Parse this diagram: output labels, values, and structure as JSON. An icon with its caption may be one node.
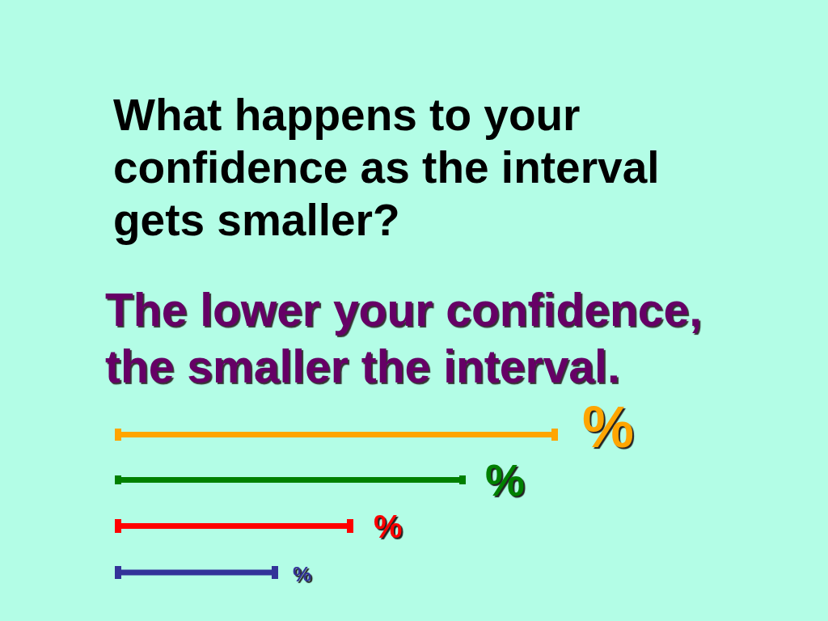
{
  "diagram": {
    "title": "What happens to your confidence as the interval gets smaller?",
    "nodes": [
      {
        "text": [],
        "shape": "bar",
        "beside": [
          "%"
        ]
      },
      {
        "text": [],
        "shape": "bar",
        "beside": [
          "%"
        ]
      },
      {
        "text": [],
        "shape": "bar",
        "beside": [
          "%"
        ]
      },
      {
        "text": [],
        "shape": "bar",
        "beside": [
          "%"
        ]
      }
    ],
    "labels": [
      "The lower your confidence, the smaller the interval."
    ]
  }
}
